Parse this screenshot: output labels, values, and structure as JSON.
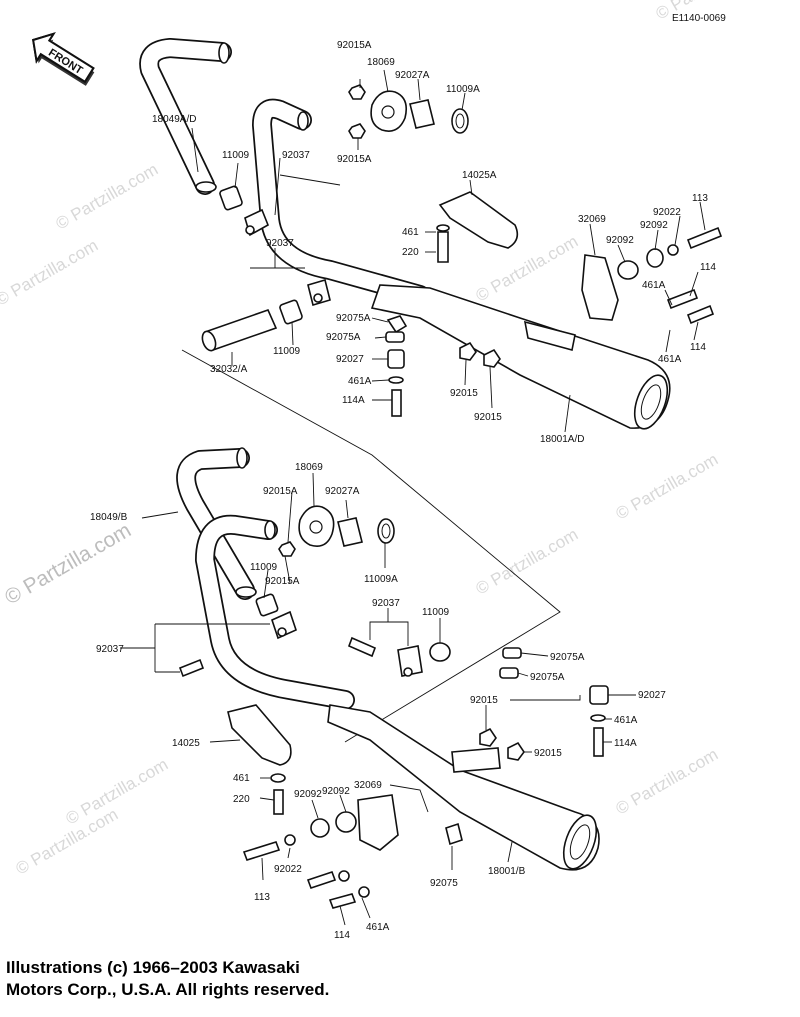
{
  "diagram_code": "E1140-0069",
  "front_label": "FRONT",
  "watermark": "© Partzilla.com",
  "copyright": {
    "line1": "Illustrations (c) 1966–2003 Kawasaki",
    "line2": "Motors Corp., U.S.A.  All rights reserved."
  },
  "upper_labels": {
    "l1": "92015A",
    "l2": "18069",
    "l3": "92027A",
    "l4": "11009A",
    "l5": "18049A/D",
    "l6": "11009",
    "l7": "92037",
    "l8": "92015A",
    "l9": "14025A",
    "l10": "32069",
    "l11": "92022",
    "l12": "113",
    "l13": "92092",
    "l14": "92092",
    "l15": "461",
    "l16": "220",
    "l17": "92037",
    "l18": "114",
    "l19": "461A",
    "l20": "114",
    "l21": "461A",
    "l22": "92075A",
    "l23": "92075A",
    "l24": "92027",
    "l25": "32032/A",
    "l26": "11009",
    "l27": "461A",
    "l28": "114A",
    "l29": "92015",
    "l30": "92015",
    "l31": "18001A/D"
  },
  "lower_labels": {
    "l1": "18069",
    "l2": "92015A",
    "l3": "92027A",
    "l4": "18049/B",
    "l5": "11009A",
    "l6": "11009",
    "l7": "92015A",
    "l8": "92037",
    "l9": "11009",
    "l10": "92037",
    "l11": "92075A",
    "l12": "92075A",
    "l13": "92027",
    "l14": "92015",
    "l15": "461A",
    "l16": "92015",
    "l17": "114A",
    "l18": "14025",
    "l19": "461",
    "l20": "92092",
    "l21": "32069",
    "l22": "220",
    "l23": "92092",
    "l24": "92022",
    "l25": "18001/B",
    "l26": "113",
    "l27": "92075",
    "l28": "461A",
    "l29": "114"
  }
}
